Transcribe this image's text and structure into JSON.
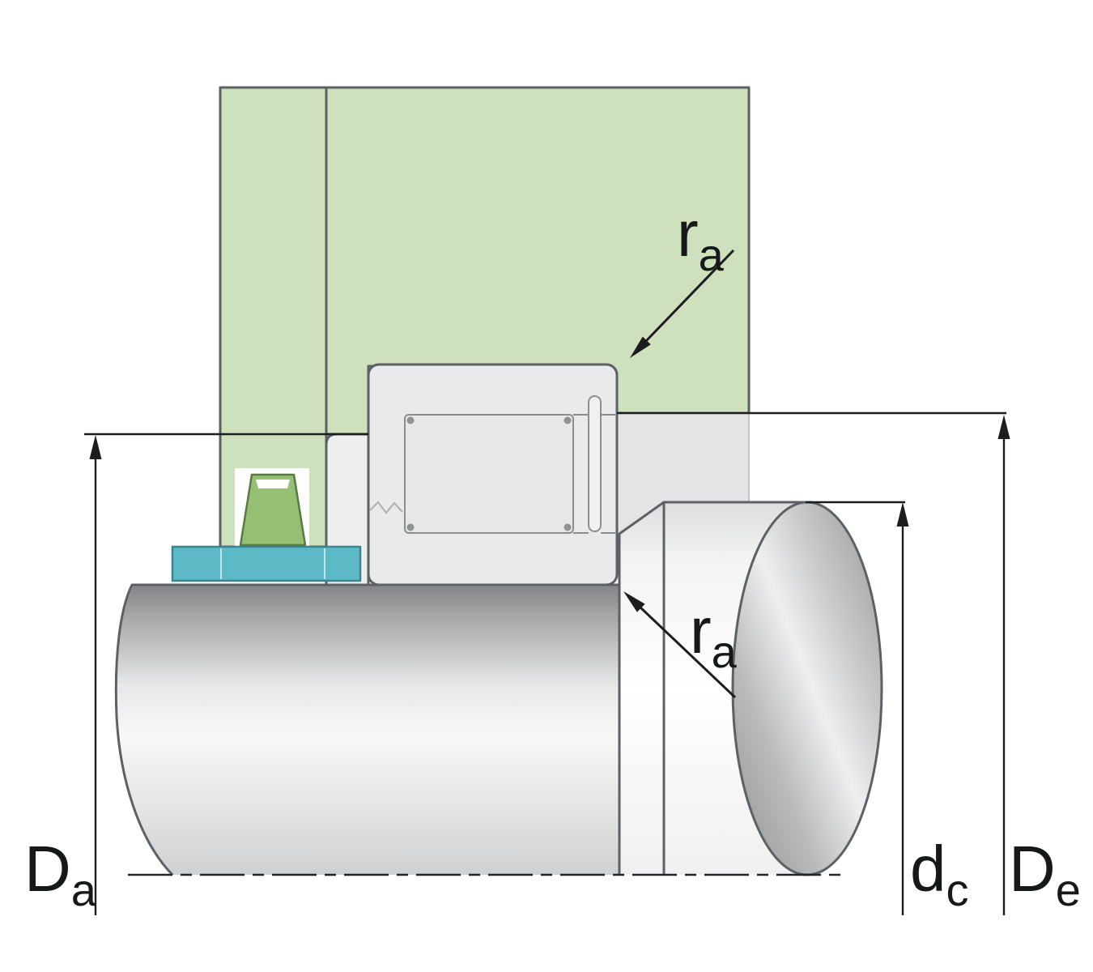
{
  "labels": {
    "ra_top": {
      "main": "r",
      "sub": "a"
    },
    "ra_bottom": {
      "main": "r",
      "sub": "a"
    },
    "Da": {
      "main": "D",
      "sub": "a"
    },
    "dc": {
      "main": "d",
      "sub": "c"
    },
    "De": {
      "main": "D",
      "sub": "e"
    }
  },
  "colors": {
    "housing_green": "#cfe0bd",
    "seal_green": "#95bf72",
    "clamp_teal": "#5db9c6",
    "bearing_grey": "#e9eaec",
    "recess_grey": "#e3e4e6",
    "outline_grey": "#5d6165",
    "dimension_black": "#1d1d1f"
  }
}
